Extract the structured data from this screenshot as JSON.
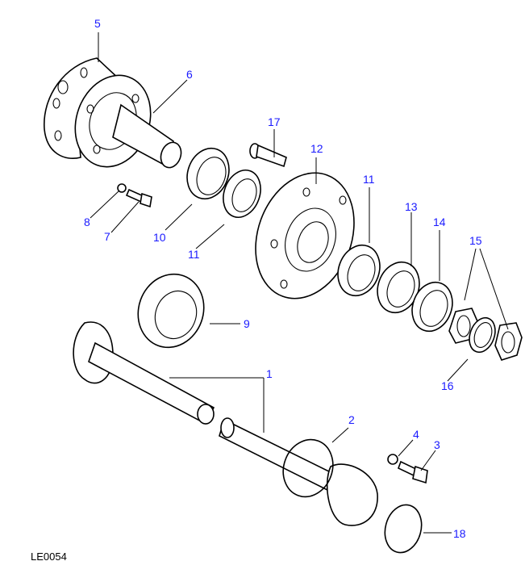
{
  "diagram": {
    "code": "LE0054",
    "callouts": [
      {
        "id": "5",
        "label": "5"
      },
      {
        "id": "6",
        "label": "6"
      },
      {
        "id": "17",
        "label": "17"
      },
      {
        "id": "12",
        "label": "12"
      },
      {
        "id": "8",
        "label": "8"
      },
      {
        "id": "7",
        "label": "7"
      },
      {
        "id": "10",
        "label": "10"
      },
      {
        "id": "11a",
        "label": "11"
      },
      {
        "id": "11b",
        "label": "11"
      },
      {
        "id": "13",
        "label": "13"
      },
      {
        "id": "14",
        "label": "14"
      },
      {
        "id": "15",
        "label": "15"
      },
      {
        "id": "9",
        "label": "9"
      },
      {
        "id": "16",
        "label": "16"
      },
      {
        "id": "1",
        "label": "1"
      },
      {
        "id": "2",
        "label": "2"
      },
      {
        "id": "4",
        "label": "4"
      },
      {
        "id": "3",
        "label": "3"
      },
      {
        "id": "18",
        "label": "18"
      }
    ]
  }
}
